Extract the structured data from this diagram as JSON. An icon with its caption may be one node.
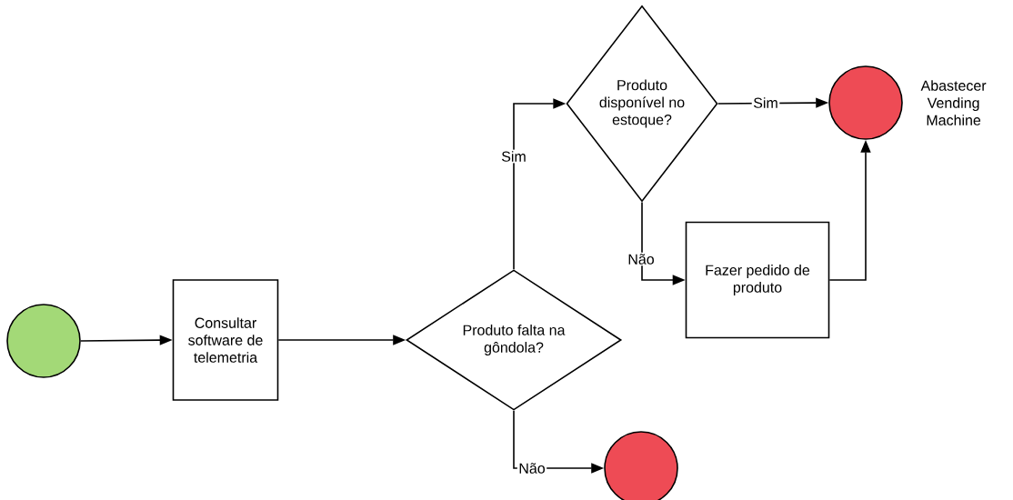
{
  "diagram": {
    "nodes": [
      {
        "text": [],
        "shape": "circle"
      },
      {
        "text": [
          "Consultar software de telemetria"
        ]
      },
      {
        "text": [
          "Produto falta na gôndola?"
        ]
      },
      {
        "text": [
          "Produto disponível no estoque?"
        ]
      },
      {
        "text": [],
        "shape": "circle",
        "beside": [
          "Abastecer Vending Machine"
        ]
      },
      {
        "text": [
          "Fazer pedido de produto"
        ]
      },
      {
        "text": [],
        "shape": "circle"
      }
    ],
    "edges": [
      {
        "from": 0,
        "to": 1,
        "arrow": "to"
      },
      {
        "from": 1,
        "to": 2,
        "arrow": "to"
      },
      {
        "from": 2,
        "to": 3,
        "arrow": "to",
        "label": "Sim"
      },
      {
        "from": 3,
        "to": 4,
        "arrow": "to",
        "label": "Sim"
      },
      {
        "from": 3,
        "to": 5,
        "arrow": "to",
        "label": "Não"
      },
      {
        "from": 5,
        "to": 4,
        "arrow": "to"
      },
      {
        "from": 2,
        "to": 6,
        "arrow": "to",
        "label": "Não"
      }
    ]
  }
}
